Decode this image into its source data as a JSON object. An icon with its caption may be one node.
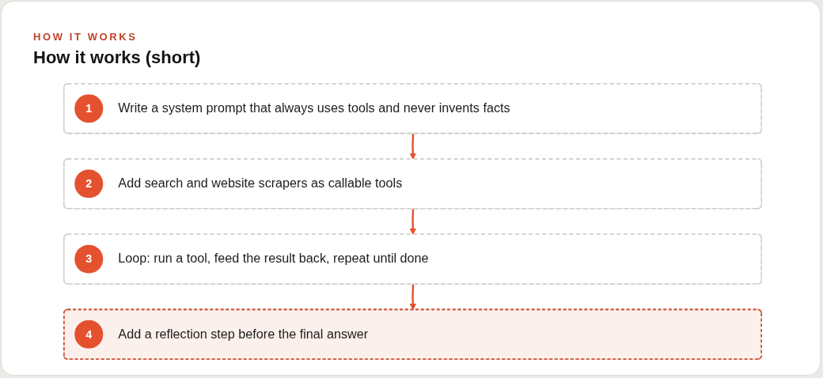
{
  "diagram": {
    "title": "How it works (short)",
    "nodes": [
      {
        "text": [
          "1",
          "Write a system prompt that always uses tools and never invents facts"
        ]
      },
      {
        "text": [
          "2",
          "Add search and website scrapers as callable tools"
        ]
      },
      {
        "text": [
          "3",
          "Loop: run a tool, feed the result back, repeat until done"
        ]
      },
      {
        "text": [
          "4",
          "Add a reflection step before the final answer"
        ]
      }
    ],
    "edges": [
      {
        "from": 0,
        "to": 1,
        "arrow": "to"
      },
      {
        "from": 1,
        "to": 2,
        "arrow": "to"
      },
      {
        "from": 2,
        "to": 3,
        "arrow": "to"
      }
    ],
    "labels": [
      "HOW IT WORKS"
    ]
  }
}
